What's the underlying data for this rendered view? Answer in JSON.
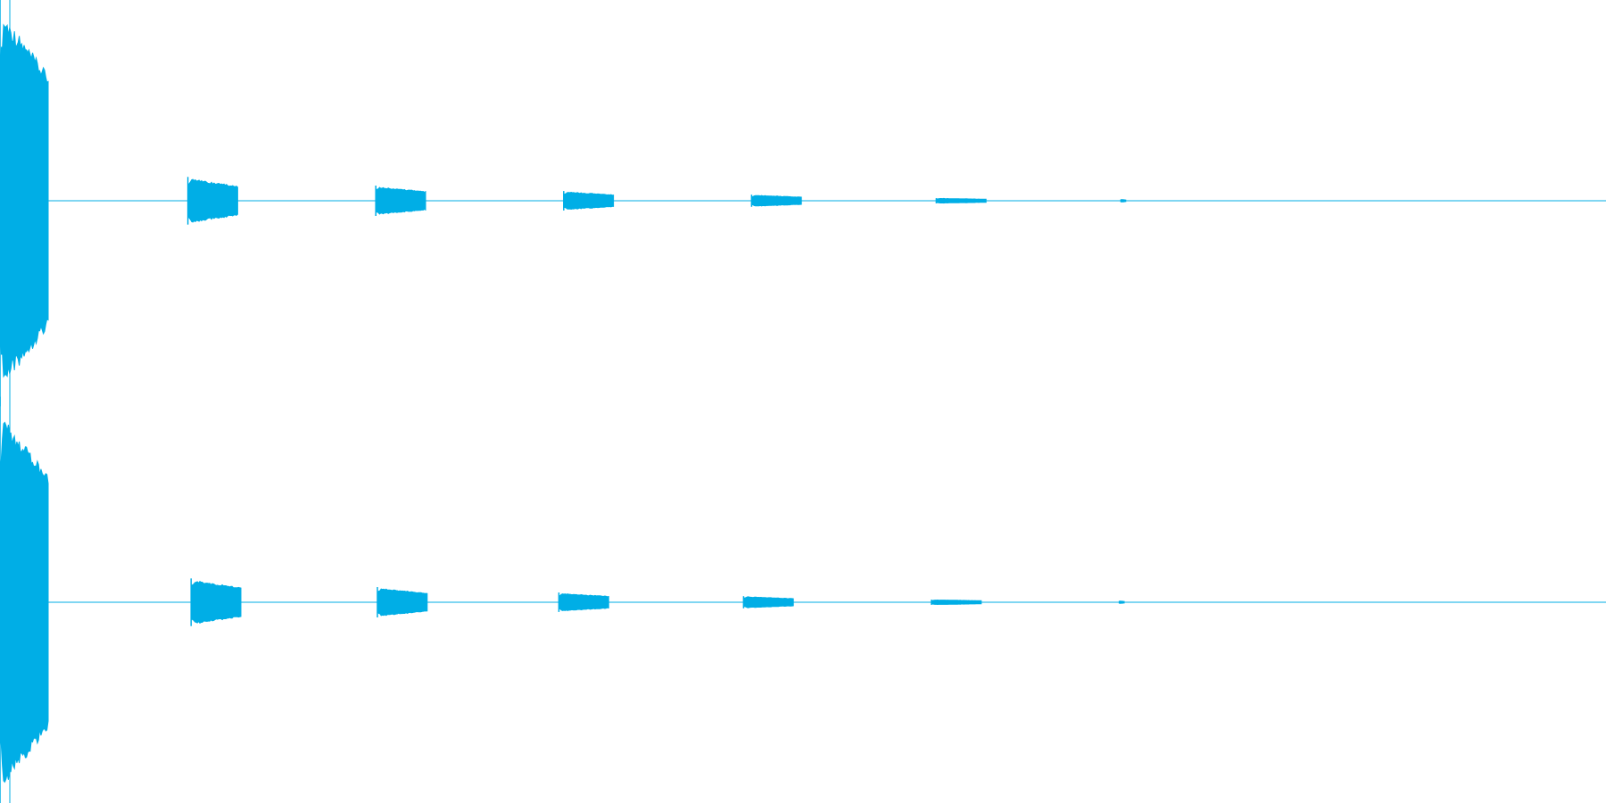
{
  "chart_data": {
    "type": "area",
    "description_visible_text": "",
    "color": "#00aee6",
    "grid": false,
    "legend": "none",
    "x_axis_range": [
      0,
      1.0
    ],
    "y_axis_range": [
      -1.0,
      1.0
    ],
    "channels": [
      {
        "bursts": [
          {
            "start": 0.0,
            "end": 0.03,
            "amp": 0.95
          },
          {
            "start": 0.117,
            "end": 0.148,
            "amp": 0.11
          },
          {
            "start": 0.234,
            "end": 0.265,
            "amp": 0.07
          },
          {
            "start": 0.351,
            "end": 0.382,
            "amp": 0.045
          },
          {
            "start": 0.468,
            "end": 0.499,
            "amp": 0.028
          },
          {
            "start": 0.583,
            "end": 0.614,
            "amp": 0.012
          },
          {
            "start": 0.698,
            "end": 0.701,
            "amp": 0.006
          }
        ]
      },
      {
        "bursts": [
          {
            "start": 0.0,
            "end": 0.03,
            "amp": 0.95
          },
          {
            "start": 0.119,
            "end": 0.15,
            "amp": 0.11
          },
          {
            "start": 0.235,
            "end": 0.266,
            "amp": 0.07
          },
          {
            "start": 0.348,
            "end": 0.379,
            "amp": 0.045
          },
          {
            "start": 0.463,
            "end": 0.494,
            "amp": 0.028
          },
          {
            "start": 0.58,
            "end": 0.611,
            "amp": 0.012
          },
          {
            "start": 0.697,
            "end": 0.7,
            "amp": 0.006
          }
        ]
      }
    ]
  }
}
